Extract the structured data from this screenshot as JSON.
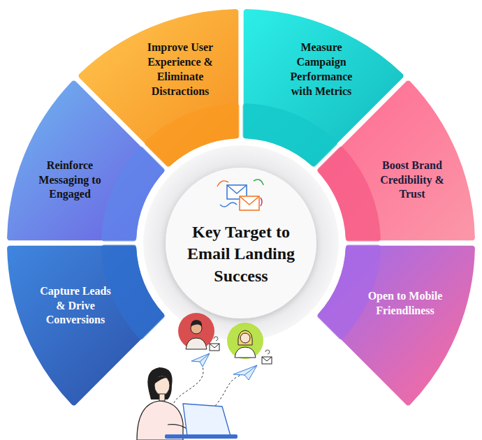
{
  "diagram": {
    "nodes": [
      {
        "text": [
          "Key Target to Email Landing Success"
        ]
      },
      {
        "text": [
          "Capture Leads & Drive Conversions"
        ]
      },
      {
        "text": [
          "Reinforce Messaging to Engaged"
        ]
      },
      {
        "text": [
          "Improve User Experience & Eliminate Distractions"
        ]
      },
      {
        "text": [
          "Measure Campaign Performance with Metrics"
        ]
      },
      {
        "text": [
          "Boost Brand Credibility & Trust"
        ]
      },
      {
        "text": [
          "Open to Mobile Friendliness"
        ]
      }
    ]
  }
}
